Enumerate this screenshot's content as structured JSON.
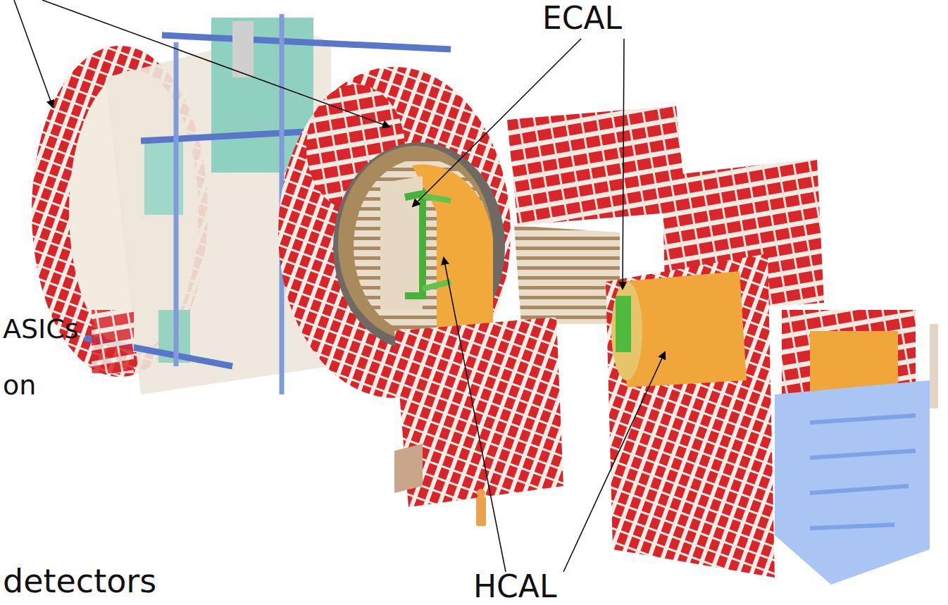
{
  "diagram": {
    "labels": [
      "ECAL",
      "ASICs",
      "on",
      "HCAL",
      "detectors"
    ]
  }
}
